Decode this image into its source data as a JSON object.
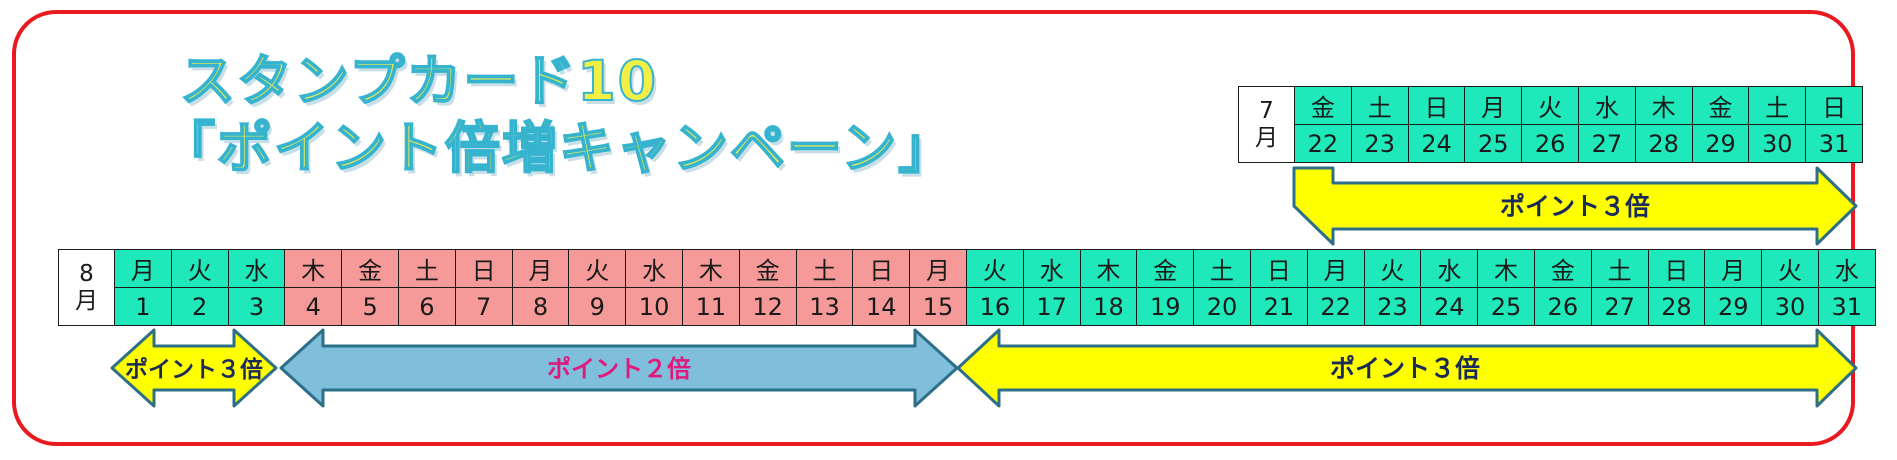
{
  "title": {
    "line1": "スタンプカード10",
    "line2": "「ポイント倍増キャンペーン」"
  },
  "july": {
    "month_label": [
      "7",
      "月"
    ],
    "weekdays": [
      "金",
      "土",
      "日",
      "月",
      "火",
      "水",
      "木",
      "金",
      "土",
      "日"
    ],
    "days": [
      "22",
      "23",
      "24",
      "25",
      "26",
      "27",
      "28",
      "29",
      "30",
      "31"
    ],
    "color": "#1fe9bb"
  },
  "august": {
    "month_label": [
      "8",
      "月"
    ],
    "weekdays": [
      "月",
      "火",
      "水",
      "木",
      "金",
      "土",
      "日",
      "月",
      "火",
      "水",
      "木",
      "金",
      "土",
      "日",
      "月",
      "火",
      "水",
      "木",
      "金",
      "土",
      "日",
      "月",
      "火",
      "水",
      "木",
      "金",
      "土",
      "日",
      "月",
      "火",
      "水"
    ],
    "days": [
      "1",
      "2",
      "3",
      "4",
      "5",
      "6",
      "7",
      "8",
      "9",
      "10",
      "11",
      "12",
      "13",
      "14",
      "15",
      "16",
      "17",
      "18",
      "19",
      "20",
      "21",
      "22",
      "23",
      "24",
      "25",
      "26",
      "27",
      "28",
      "29",
      "30",
      "31"
    ],
    "highlight_days": [
      "4",
      "5",
      "6",
      "7",
      "8",
      "9",
      "10",
      "11",
      "12",
      "13",
      "14",
      "15"
    ],
    "normal_color": "#1fe9bb",
    "highlight_color": "#f59a98"
  },
  "campaigns": {
    "july_bonus": "ポイント３倍",
    "aug_early": "ポイント３倍",
    "aug_mid": "ポイント２倍",
    "aug_late": "ポイント３倍"
  },
  "colors": {
    "frame": "#e8191f",
    "title_fill": "#f4ef44",
    "title_outline": "#36b4cf",
    "arrow_yellow": "#ffff00",
    "arrow_blue": "#7fbfdc",
    "arrow_outline": "#2e6f88",
    "text_navy": "#1a2a5a",
    "text_magenta": "#e0197c"
  }
}
